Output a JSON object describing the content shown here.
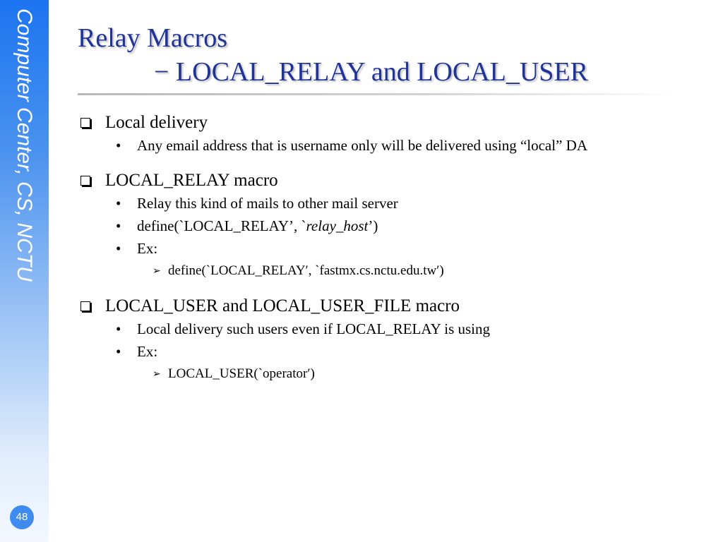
{
  "sidebar": {
    "text": "Computer Center, CS, NCTU",
    "page_number": "48"
  },
  "title": {
    "line1": "Relay Macros",
    "line2": "− LOCAL_RELAY and LOCAL_USER"
  },
  "sections": [
    {
      "heading": "Local delivery",
      "items": [
        {
          "text": "Any email address that is username only will be delivered using “local” DA"
        }
      ]
    },
    {
      "heading": "LOCAL_RELAY macro",
      "items": [
        {
          "text": "Relay this kind of mails to other mail server"
        },
        {
          "prefix": "define(`LOCAL_RELAY’, `",
          "italic": "relay_host",
          "suffix": "’)"
        },
        {
          "text": "Ex:",
          "sub": "define(`LOCAL_RELAY′, `fastmx.cs.nctu.edu.tw′)"
        }
      ]
    },
    {
      "heading": "LOCAL_USER and LOCAL_USER_FILE macro",
      "items": [
        {
          "text": "Local delivery such users even if LOCAL_RELAY is using"
        },
        {
          "text": "Ex:",
          "sub": "LOCAL_USER(`operator′)"
        }
      ]
    }
  ],
  "colors": {
    "title": "#1f3399",
    "sidebar_top": "#1c74f0",
    "sidebar_bottom": "#f3f8fe",
    "badge": "#3f8cf0"
  }
}
